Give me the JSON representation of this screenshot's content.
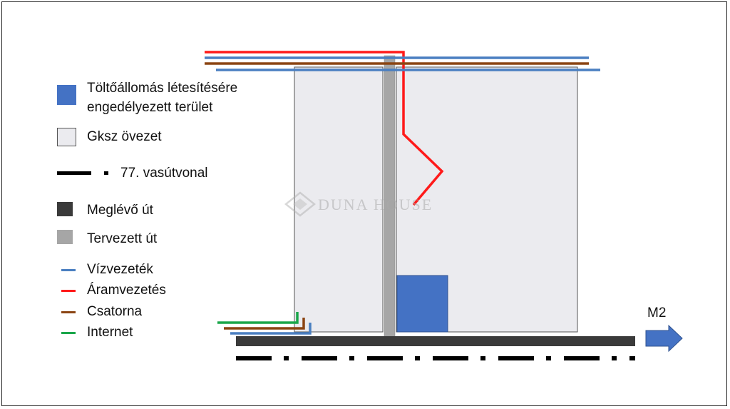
{
  "legend": {
    "charging_area": {
      "line1": "Töltőállomás létesítésére",
      "line2": "engedélyezett terület",
      "color": "#4472c4"
    },
    "gksz_zone": {
      "label": "Gksz övezet",
      "color": "#ebebef"
    },
    "railway": {
      "label": "77. vasútvonal",
      "color": "#000000"
    },
    "existing_road": {
      "label": "Meglévő út",
      "color": "#3a3a3a"
    },
    "planned_road": {
      "label": "Tervezett út",
      "color": "#a6a6a6"
    },
    "water": {
      "label": "Vízvezeték",
      "color": "#4a7fc1"
    },
    "power": {
      "label": "Áramvezetés",
      "color": "#ff1a1a"
    },
    "sewer": {
      "label": "Csatorna",
      "color": "#8b4513"
    },
    "internet": {
      "label": "Internet",
      "color": "#1aa64a"
    }
  },
  "direction": {
    "label": "M2"
  },
  "watermark": {
    "text": "DUNA HOUSE"
  }
}
